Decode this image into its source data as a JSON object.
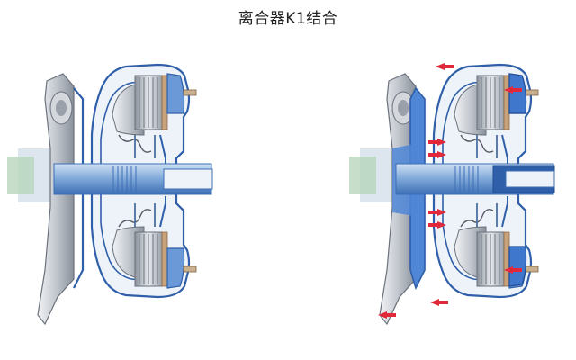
{
  "title": "离合器K1结合",
  "colors": {
    "housing_outline": "#2f5fa8",
    "housing_fill": "#eaf0f8",
    "metal_light": "#e4e6ea",
    "metal_mid": "#b9bec6",
    "metal_dark": "#7c838d",
    "shaft_blue": "#7ea7d8",
    "shaft_blue_dark": "#3d6fb6",
    "engaged_fill": "#4f86d6",
    "friction_plate": "#c7a27a",
    "arrow_red": "#e0283a",
    "hub_green": "#9fd3a5"
  },
  "diagrams": [
    {
      "id": "disengaged",
      "label": ""
    },
    {
      "id": "engaged",
      "label": ""
    }
  ]
}
